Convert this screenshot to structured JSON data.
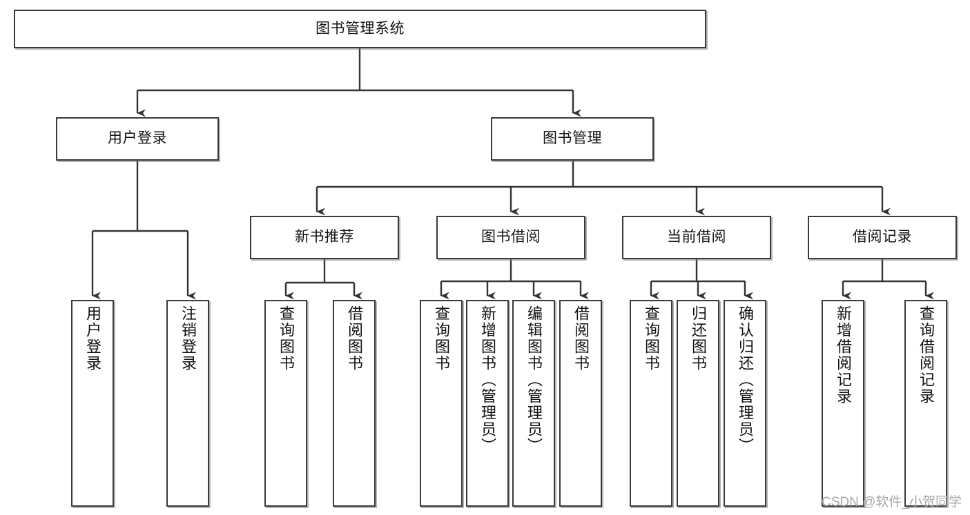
{
  "diagram": {
    "title": "图书管理系统",
    "type": "hierarchy-tree",
    "watermark": "CSDN @软件_小贺同学",
    "colors": {
      "box_border": "#3a3a3a",
      "box_fill": "#ffffff",
      "line": "#333333",
      "text": "#111111",
      "watermark": "#a8a8a8"
    },
    "root": {
      "label": "图书管理系统"
    },
    "level2": [
      {
        "label": "用户登录"
      },
      {
        "label": "图书管理"
      }
    ],
    "level3": [
      {
        "label": "新书推荐"
      },
      {
        "label": "图书借阅"
      },
      {
        "label": "当前借阅"
      },
      {
        "label": "借阅记录"
      }
    ],
    "leaves": {
      "user_login": [
        {
          "label": "用户登录"
        },
        {
          "label": "注销登录"
        }
      ],
      "new_book_recommend": [
        {
          "label": "查询图书"
        },
        {
          "label": "借阅图书"
        }
      ],
      "book_borrow": [
        {
          "label": "查询图书"
        },
        {
          "label": "新增图书（管理员）"
        },
        {
          "label": "编辑图书（管理员）"
        },
        {
          "label": "借阅图书"
        }
      ],
      "current_borrow": [
        {
          "label": "查询图书"
        },
        {
          "label": "归还图书"
        },
        {
          "label": "确认归还（管理员）"
        }
      ],
      "borrow_record": [
        {
          "label": "新增借阅记录"
        },
        {
          "label": "查询借阅记录"
        }
      ]
    }
  }
}
